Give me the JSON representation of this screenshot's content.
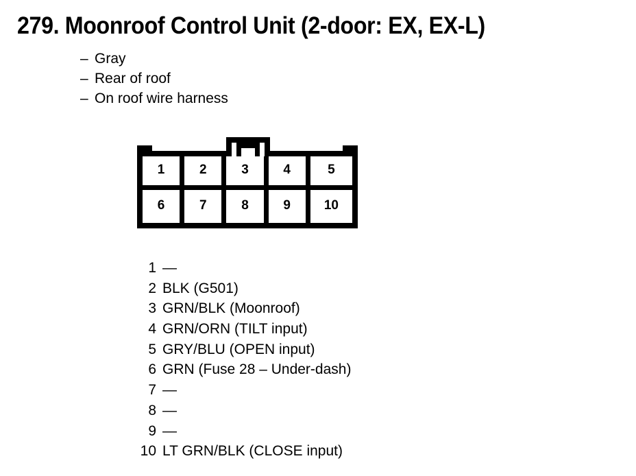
{
  "page": {
    "title": "279. Moonroof Control Unit (2-door: EX, EX-L)",
    "background_color": "#ffffff",
    "ink_color": "#000000"
  },
  "descriptors": [
    {
      "dash": "–",
      "text": "Gray"
    },
    {
      "dash": "–",
      "text": "Rear of roof"
    },
    {
      "dash": "–",
      "text": "On roof wire harness"
    }
  ],
  "connector": {
    "name": "10-pin connector",
    "rows": 2,
    "columns": 5,
    "cavity_labels": [
      [
        "1",
        "2",
        "3",
        "4",
        "5"
      ],
      [
        "6",
        "7",
        "8",
        "9",
        "10"
      ]
    ],
    "features": {
      "center_tab": "locking-tab",
      "corner_notches": 2
    }
  },
  "pin_list": [
    {
      "number": "1",
      "description": "—"
    },
    {
      "number": "2",
      "description": "BLK (G501)"
    },
    {
      "number": "3",
      "description": "GRN/BLK (Moonroof)"
    },
    {
      "number": "4",
      "description": "GRN/ORN (TILT input)"
    },
    {
      "number": "5",
      "description": "GRY/BLU (OPEN input)"
    },
    {
      "number": "6",
      "description": "GRN (Fuse 28 – Under-dash)"
    },
    {
      "number": "7",
      "description": "—"
    },
    {
      "number": "8",
      "description": "—"
    },
    {
      "number": "9",
      "description": "—"
    },
    {
      "number": "10",
      "description": "LT GRN/BLK (CLOSE input)"
    }
  ]
}
